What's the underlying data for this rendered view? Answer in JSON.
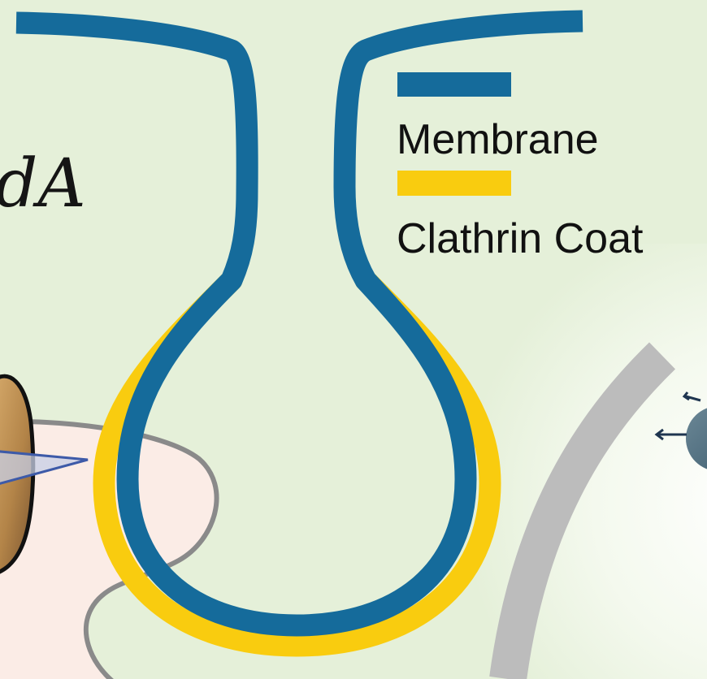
{
  "formula_fragment": "dA",
  "legend": {
    "membrane": {
      "label": "Membrane",
      "color": "#156b9b"
    },
    "clathrin_coat": {
      "label": "Clathrin Coat",
      "color": "#f9cc0f"
    }
  },
  "colors": {
    "background": "#e5f0d9",
    "cell_outline": "#bcbcbc",
    "pink_region": "#fbece6",
    "protein_body": "#b78a4e",
    "small_arrow": "#1f3550"
  }
}
